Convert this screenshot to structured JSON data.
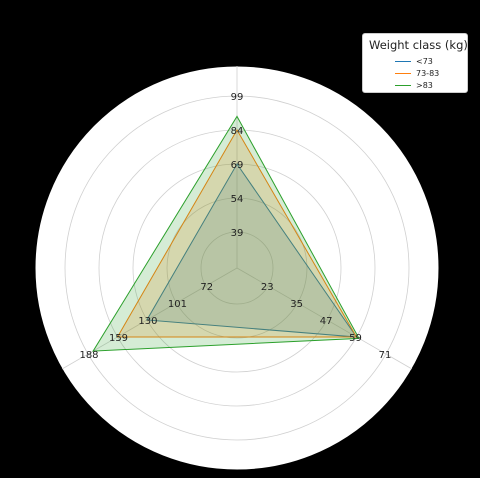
{
  "chart_data": {
    "type": "radar",
    "axes": [
      {
        "ticks": [
          "39",
          "54",
          "69",
          "84",
          "99"
        ]
      },
      {
        "ticks": [
          "23",
          "35",
          "47",
          "59",
          "71"
        ]
      },
      {
        "ticks": [
          "72",
          "101",
          "130",
          "159",
          "188"
        ]
      }
    ],
    "legend": {
      "title": "Weight class (kg)",
      "placement": "upper-right"
    },
    "series": [
      {
        "name": "<73",
        "color": "#1f77b4",
        "values": [
          69,
          59,
          130
        ]
      },
      {
        "name": "73-83",
        "color": "#ff7f0e",
        "values": [
          84,
          59,
          159
        ]
      },
      {
        "name": ">83",
        "color": "#2ca02c",
        "values": [
          90,
          60,
          183
        ]
      }
    ],
    "grid": true
  }
}
